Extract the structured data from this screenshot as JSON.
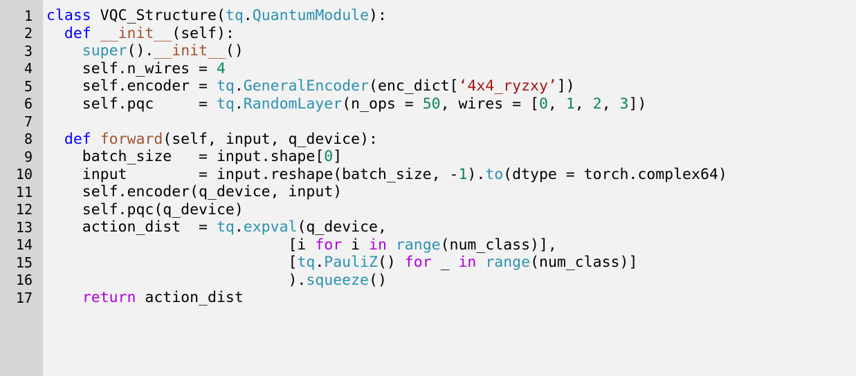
{
  "colors": {
    "background": "#f2f2f2",
    "gutter": "#d6d6d6",
    "line_number": "#000000",
    "kw": "#0000ff",
    "ct": "#2b91af",
    "fn": "#a0522d",
    "ctl": "#af00db",
    "str": "#a31515",
    "num": "#098658",
    "pl": "#000000"
  },
  "lines": [
    {
      "n": "1",
      "tokens": [
        [
          "kw",
          "class"
        ],
        [
          "pl",
          " VQC_Structure("
        ],
        [
          "ct",
          "tq"
        ],
        [
          "pl",
          "."
        ],
        [
          "ct",
          "QuantumModule"
        ],
        [
          "pl",
          "):"
        ]
      ]
    },
    {
      "n": "2",
      "tokens": [
        [
          "pl",
          "  "
        ],
        [
          "kw",
          "def"
        ],
        [
          "pl",
          " "
        ],
        [
          "fn",
          "__init__"
        ],
        [
          "pl",
          "(self):"
        ]
      ]
    },
    {
      "n": "3",
      "tokens": [
        [
          "pl",
          "    "
        ],
        [
          "ct",
          "super"
        ],
        [
          "pl",
          "()."
        ],
        [
          "fn",
          "__init__"
        ],
        [
          "pl",
          "()"
        ]
      ]
    },
    {
      "n": "4",
      "tokens": [
        [
          "pl",
          "    self.n_wires = "
        ],
        [
          "num",
          "4"
        ]
      ]
    },
    {
      "n": "5",
      "tokens": [
        [
          "pl",
          "    self.encoder = "
        ],
        [
          "ct",
          "tq"
        ],
        [
          "pl",
          "."
        ],
        [
          "ct",
          "GeneralEncoder"
        ],
        [
          "pl",
          "(enc_dict["
        ],
        [
          "str",
          "‘4x4_ryzxy’"
        ],
        [
          "pl",
          "])"
        ]
      ]
    },
    {
      "n": "6",
      "tokens": [
        [
          "pl",
          "    self.pqc     = "
        ],
        [
          "ct",
          "tq"
        ],
        [
          "pl",
          "."
        ],
        [
          "ct",
          "RandomLayer"
        ],
        [
          "pl",
          "(n_ops = "
        ],
        [
          "num",
          "50"
        ],
        [
          "pl",
          ", wires = ["
        ],
        [
          "num",
          "0"
        ],
        [
          "pl",
          ", "
        ],
        [
          "num",
          "1"
        ],
        [
          "pl",
          ", "
        ],
        [
          "num",
          "2"
        ],
        [
          "pl",
          ", "
        ],
        [
          "num",
          "3"
        ],
        [
          "pl",
          "])"
        ]
      ]
    },
    {
      "n": "7",
      "tokens": []
    },
    {
      "n": "8",
      "tokens": [
        [
          "pl",
          "  "
        ],
        [
          "kw",
          "def"
        ],
        [
          "pl",
          " "
        ],
        [
          "fn",
          "forward"
        ],
        [
          "pl",
          "(self, input, q_device):"
        ]
      ]
    },
    {
      "n": "9",
      "tokens": [
        [
          "pl",
          "    batch_size   = input.shape["
        ],
        [
          "num",
          "0"
        ],
        [
          "pl",
          "]"
        ]
      ]
    },
    {
      "n": "10",
      "tokens": [
        [
          "pl",
          "    input        = input.reshape(batch_size, -"
        ],
        [
          "num",
          "1"
        ],
        [
          "pl",
          ")."
        ],
        [
          "ct",
          "to"
        ],
        [
          "pl",
          "(dtype = torch.complex64)"
        ]
      ]
    },
    {
      "n": "11",
      "tokens": [
        [
          "pl",
          "    self.encoder(q_device, input)"
        ]
      ]
    },
    {
      "n": "12",
      "tokens": [
        [
          "pl",
          "    self.pqc(q_device)"
        ]
      ]
    },
    {
      "n": "13",
      "tokens": [
        [
          "pl",
          "    action_dist  = "
        ],
        [
          "ct",
          "tq"
        ],
        [
          "pl",
          "."
        ],
        [
          "ct",
          "expval"
        ],
        [
          "pl",
          "(q_device,"
        ]
      ]
    },
    {
      "n": "14",
      "tokens": [
        [
          "pl",
          "                           [i "
        ],
        [
          "ctl",
          "for"
        ],
        [
          "pl",
          " i "
        ],
        [
          "ctl",
          "in"
        ],
        [
          "pl",
          " "
        ],
        [
          "ct",
          "range"
        ],
        [
          "pl",
          "(num_class)],"
        ]
      ]
    },
    {
      "n": "15",
      "tokens": [
        [
          "pl",
          "                           ["
        ],
        [
          "ct",
          "tq"
        ],
        [
          "pl",
          "."
        ],
        [
          "ct",
          "PauliZ"
        ],
        [
          "pl",
          "() "
        ],
        [
          "ctl",
          "for"
        ],
        [
          "pl",
          " _ "
        ],
        [
          "ctl",
          "in"
        ],
        [
          "pl",
          " "
        ],
        [
          "ct",
          "range"
        ],
        [
          "pl",
          "(num_class)]"
        ]
      ]
    },
    {
      "n": "16",
      "tokens": [
        [
          "pl",
          "                           )."
        ],
        [
          "ct",
          "squeeze"
        ],
        [
          "pl",
          "()"
        ]
      ]
    },
    {
      "n": "17",
      "tokens": [
        [
          "pl",
          "    "
        ],
        [
          "ctl",
          "return"
        ],
        [
          "pl",
          " action_dist"
        ]
      ]
    }
  ]
}
